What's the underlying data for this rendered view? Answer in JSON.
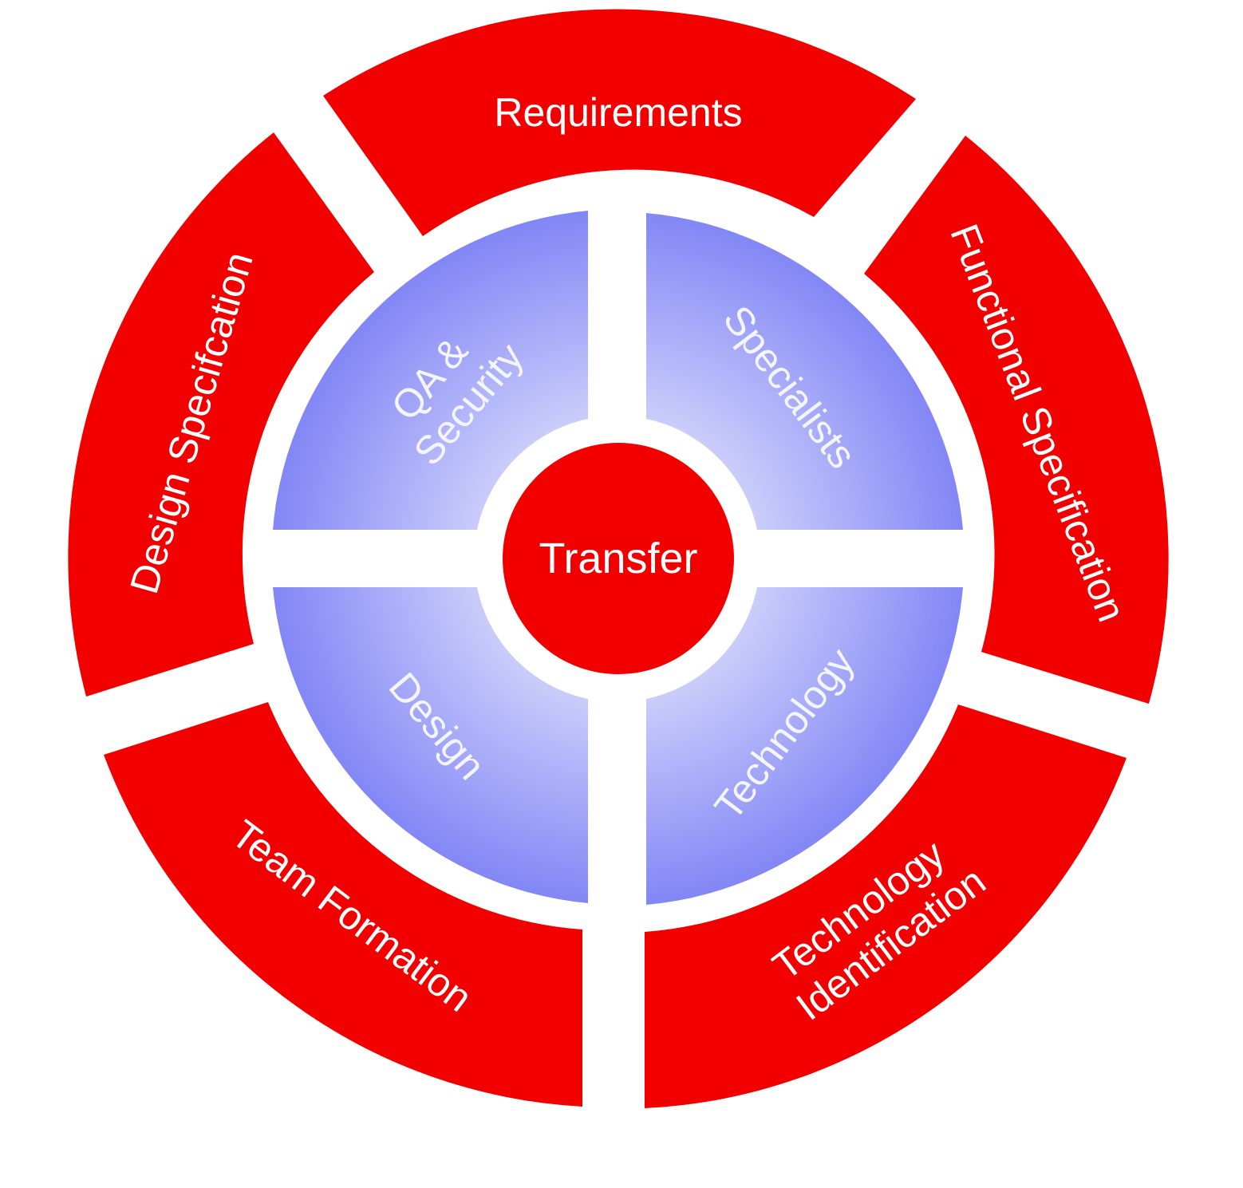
{
  "outer_ring": {
    "color": "#f20000",
    "segments": [
      {
        "id": "requirements",
        "lines": [
          "Requirements"
        ]
      },
      {
        "id": "functional-specification",
        "lines": [
          "Functional Specification"
        ]
      },
      {
        "id": "technology-identification",
        "lines": [
          "Technology",
          "Identification"
        ]
      },
      {
        "id": "team-formation",
        "lines": [
          "Team Formation"
        ]
      },
      {
        "id": "design-specification",
        "lines": [
          "Design Specifcation"
        ]
      }
    ]
  },
  "inner_quadrants": {
    "gradient_center": "#e6e8ff",
    "gradient_edge": "#7b80f5",
    "items": [
      {
        "id": "qa-security",
        "lines": [
          "QA &",
          "Security"
        ]
      },
      {
        "id": "specialists",
        "lines": [
          "Specialists"
        ]
      },
      {
        "id": "technology",
        "lines": [
          "Technology"
        ]
      },
      {
        "id": "design",
        "lines": [
          "Design"
        ]
      }
    ]
  },
  "center": {
    "label": "Transfer",
    "color": "#f20000"
  }
}
